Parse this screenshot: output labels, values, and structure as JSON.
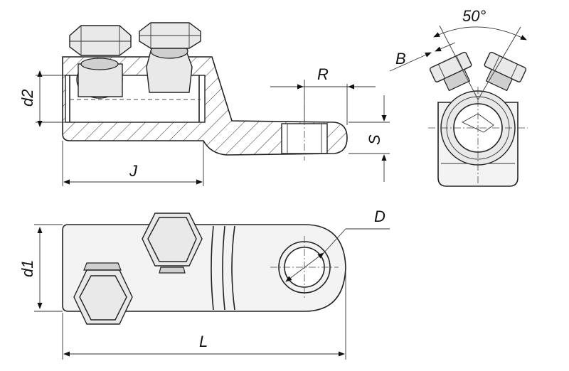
{
  "labels": {
    "d2": "d2",
    "J": "J",
    "R": "R",
    "S": "S",
    "B": "B",
    "angle": "50°",
    "d1": "d1",
    "D": "D",
    "L": "L"
  }
}
